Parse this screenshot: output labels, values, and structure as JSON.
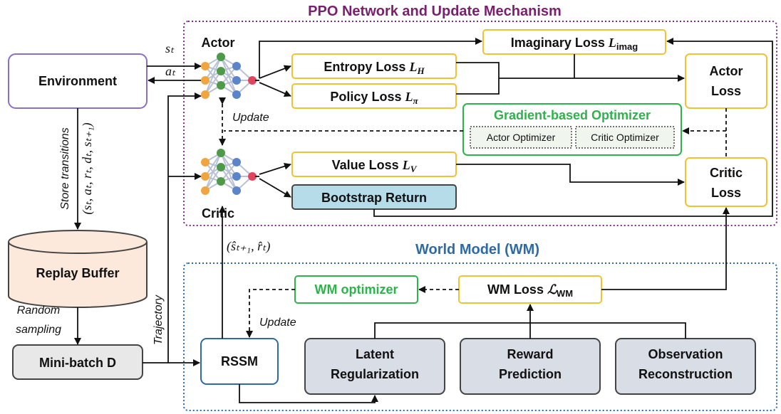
{
  "titles": {
    "ppo": "PPO Network and Update Mechanism",
    "wm": "World Model (WM)"
  },
  "colors": {
    "ppo_title": "#7a1f6e",
    "ppo_border": "#7b2b86",
    "wm_title": "#2e6aa6",
    "wm_border": "#2e6aa6",
    "yellow_border": "#f2c233",
    "green_border": "#2db34a",
    "green_text": "#2db34a",
    "env_border": "#8a6fc8",
    "replay_fill": "#fde8dc",
    "bootstrap_fill": "#b7dce9",
    "gray_fill": "#d9dde6",
    "node_orange": "#f0a640",
    "node_green": "#4e9a48",
    "node_blue": "#5b84c9",
    "node_red": "#e0445f"
  },
  "left": {
    "environment": "Environment",
    "replay_buffer": "Replay Buffer",
    "minibatch": "Mini-batch D",
    "store_transitions": "Store transitions",
    "transition_tuple": "(sₜ, aₜ, rₜ, dₜ, sₜ₊₁)",
    "random_sampling_line1": "Random",
    "random_sampling_line2": "sampling",
    "trajectory": "Trajectory",
    "state_label": "sₜ",
    "action_label": "aₜ"
  },
  "ppo": {
    "actor": "Actor",
    "critic": "Critic",
    "update": "Update",
    "imaginary_loss": "Imaginary Loss ",
    "imaginary_sym": "L",
    "imaginary_sub": "imag",
    "entropy_loss": "Entropy Loss ",
    "entropy_sym": "L",
    "entropy_sub": "H",
    "policy_loss": "Policy Loss ",
    "policy_sym": "L",
    "policy_sub": "π",
    "value_loss": "Value Loss ",
    "value_sym": "L",
    "value_sub": "V",
    "bootstrap": "Bootstrap Return",
    "actor_loss_1": "Actor",
    "actor_loss_2": "Loss",
    "critic_loss_1": "Critic",
    "critic_loss_2": "Loss",
    "optimizer_title": "Gradient-based Optimizer",
    "actor_optimizer": "Actor Optimizer",
    "critic_optimizer": "Critic Optimizer"
  },
  "wm": {
    "imagined_tuple": "(ŝₜ₊₁, r̂ₜ)",
    "wm_optimizer": "WM optimizer",
    "wm_loss": "WM Loss ",
    "wm_loss_sym": "ℒ",
    "wm_loss_sub": "WM",
    "update": "Update",
    "rssm": "RSSM",
    "latent_1": "Latent",
    "latent_2": "Regularization",
    "reward_1": "Reward",
    "reward_2": "Prediction",
    "obs_1": "Observation",
    "obs_2": "Reconstruction"
  }
}
